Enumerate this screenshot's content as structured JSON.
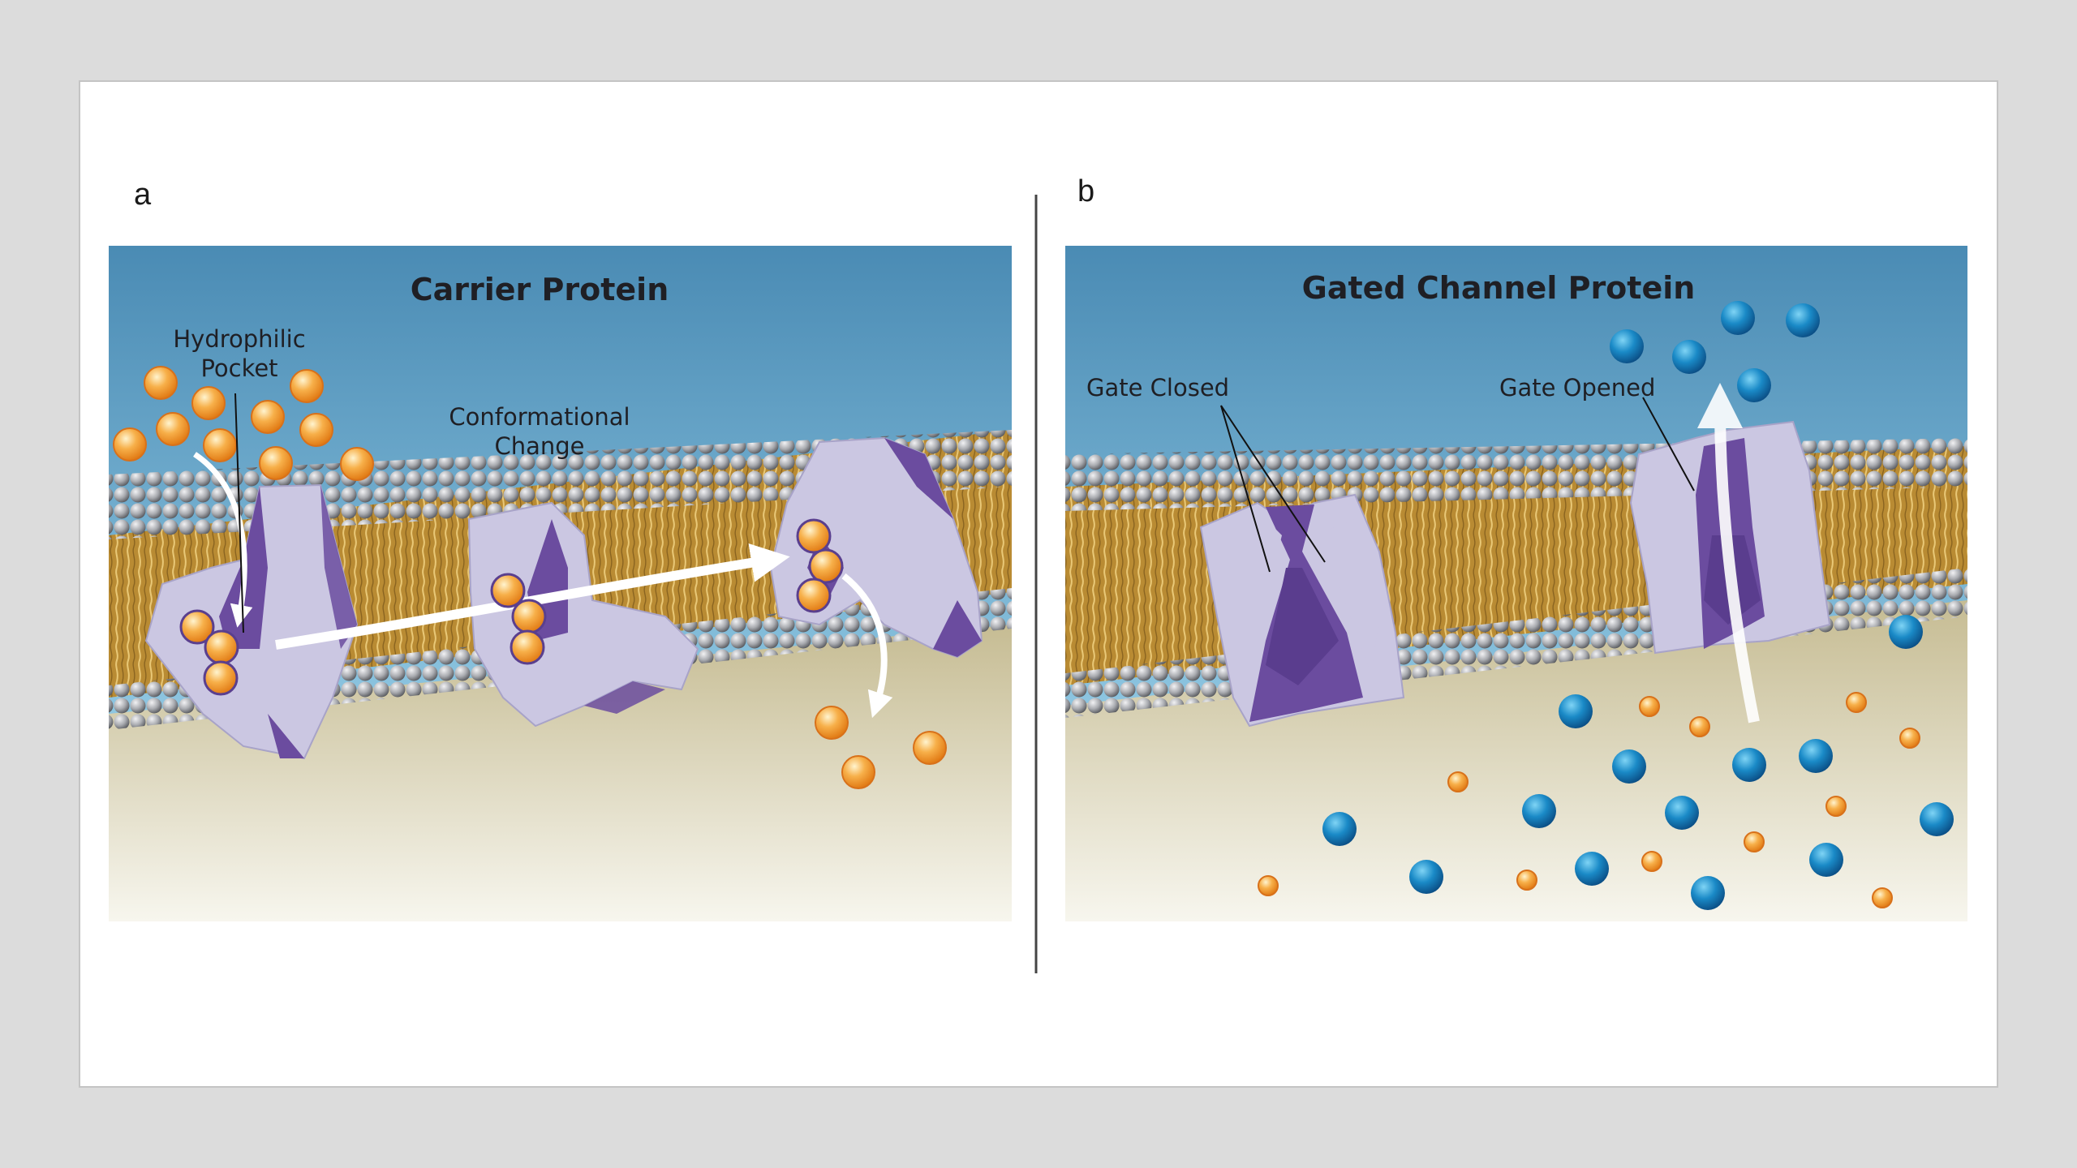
{
  "panel_a": {
    "letter": "a",
    "title": "Carrier Protein",
    "label_pocket_line1": "Hydrophilic",
    "label_pocket_line2": "Pocket",
    "label_change_line1": "Conformational",
    "label_change_line2": "Change"
  },
  "panel_b": {
    "letter": "b",
    "title": "Gated Channel Protein",
    "label_closed": "Gate Closed",
    "label_opened": "Gate Opened"
  },
  "colors": {
    "page_background": "#dcdcdc",
    "card": "#ffffff",
    "sky_top": "#4b8db5",
    "sky_bottom": "#a9daf0",
    "cytoplasm_top": "#c9bf97",
    "cytoplasm_bottom": "#f6f5ec",
    "lipid_tail": "#b88a35",
    "lipid_head": "#a4a6aa",
    "protein": "#c9c6e0",
    "protein_pocket": "#6b4c9f",
    "solute_orange": "#f39a2e",
    "ion_blue": "#1578b8",
    "arrow": "#ffffff"
  },
  "icons": [
    "carrier-protein-icon",
    "gated-channel-icon",
    "solute-molecule-icon",
    "ion-icon",
    "transport-arrow-icon"
  ]
}
